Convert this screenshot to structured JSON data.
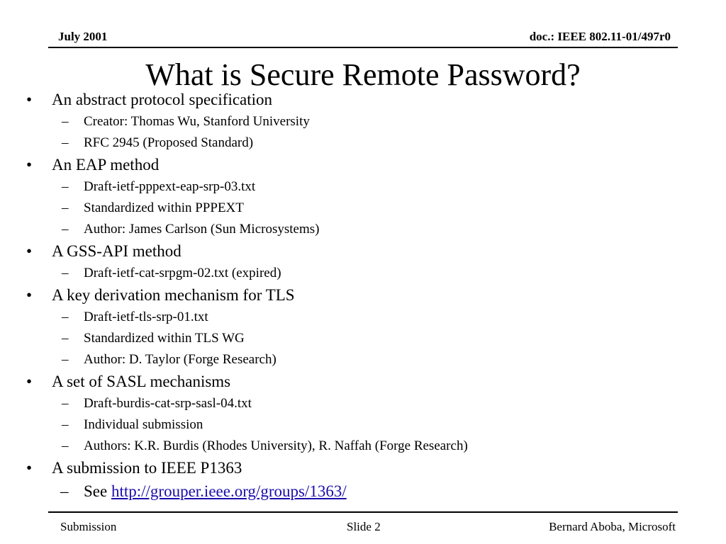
{
  "header": {
    "date": "July 2001",
    "doc_id": "doc.: IEEE 802.11-01/497r0"
  },
  "title": "What is Secure Remote Password?",
  "bullets": [
    {
      "text": "An abstract protocol specification",
      "subs": [
        "Creator: Thomas  Wu, Stanford University",
        "RFC 2945 (Proposed Standard)"
      ]
    },
    {
      "text": "An EAP method",
      "subs": [
        "Draft-ietf-pppext-eap-srp-03.txt",
        "Standardized within PPPEXT",
        "Author: James Carlson (Sun Microsystems)"
      ]
    },
    {
      "text": "A GSS-API method",
      "subs": [
        "Draft-ietf-cat-srpgm-02.txt (expired)"
      ]
    },
    {
      "text": "A key derivation mechanism for TLS",
      "subs": [
        "Draft-ietf-tls-srp-01.txt",
        "Standardized within TLS WG",
        "Author: D. Taylor (Forge Research)"
      ]
    },
    {
      "text": "A set of SASL mechanisms",
      "subs": [
        "Draft-burdis-cat-srp-sasl-04.txt",
        "Individual submission",
        "Authors: K.R. Burdis (Rhodes University), R. Naffah (Forge Research)"
      ]
    },
    {
      "text": "A submission to IEEE P1363",
      "see_label": "See",
      "link": "http://grouper.ieee.org/groups/1363/"
    }
  ],
  "footer": {
    "left": "Submission",
    "slide": "Slide 2",
    "author": "Bernard Aboba, Microsoft"
  },
  "marks": {
    "bullet": "•",
    "dash": "–"
  },
  "colors": {
    "link": "#1a0dab",
    "text": "#000000"
  }
}
